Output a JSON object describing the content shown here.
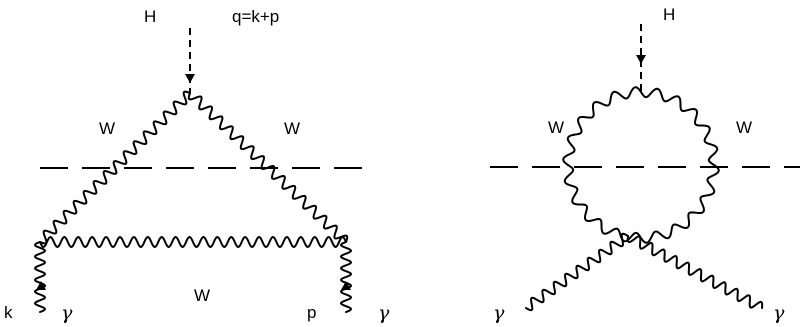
{
  "left_diagram": {
    "higgs_label": "H",
    "momentum_label": "q=k+p",
    "w_label_left": "W",
    "w_label_right": "W",
    "w_label_bottom": "W",
    "photon_left_momentum": "k",
    "photon_left_label": "γ",
    "photon_right_momentum": "p",
    "photon_right_label": "γ"
  },
  "right_diagram": {
    "higgs_label": "H",
    "w_label_left": "W",
    "w_label_right": "W",
    "photon_left_label": "γ",
    "photon_right_label": "γ"
  }
}
